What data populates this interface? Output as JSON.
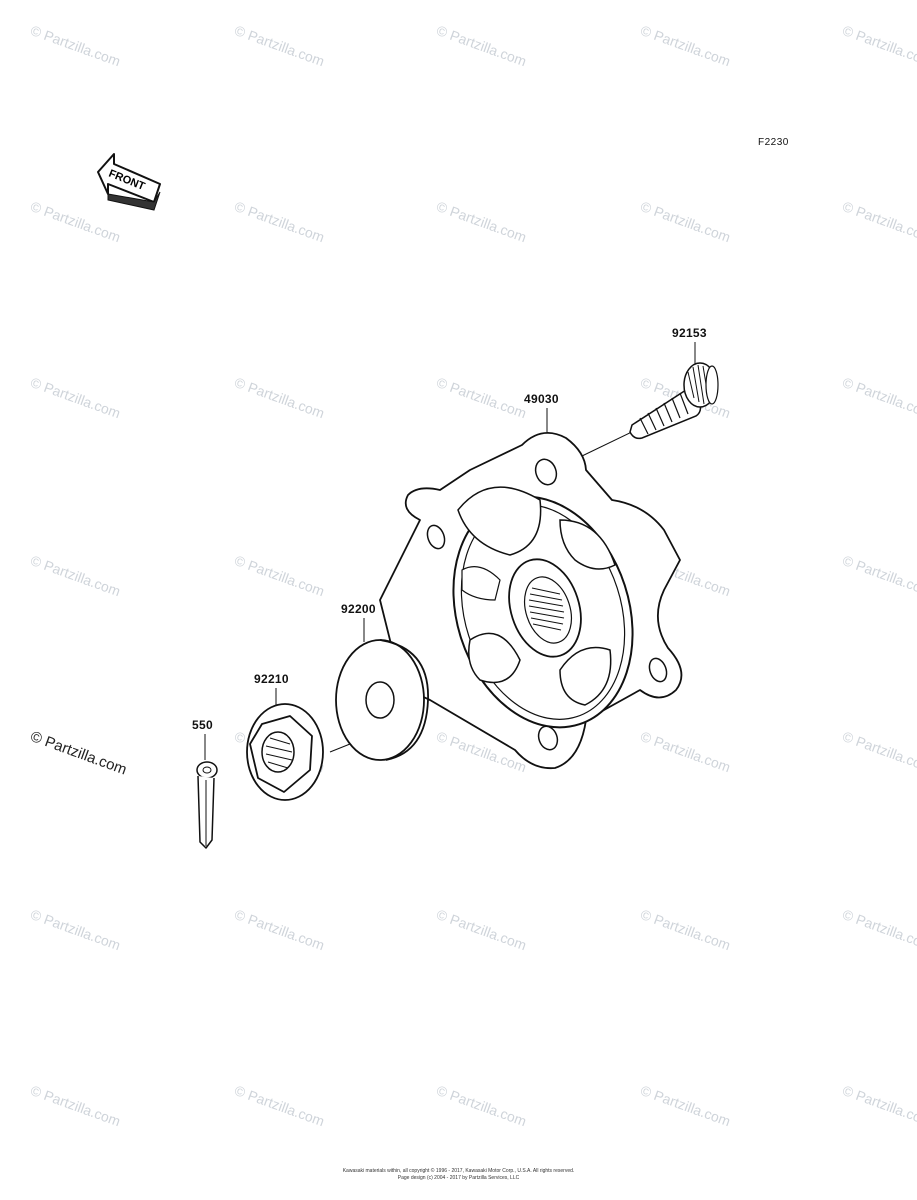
{
  "diagram": {
    "code": "F2230",
    "front_label": "FRONT",
    "parts": [
      {
        "id": "part-92153",
        "number": "92153",
        "name": "stud-bolt"
      },
      {
        "id": "part-49030",
        "number": "49030",
        "name": "hub"
      },
      {
        "id": "part-92200",
        "number": "92200",
        "name": "washer"
      },
      {
        "id": "part-92210",
        "number": "92210",
        "name": "nut"
      },
      {
        "id": "part-550",
        "number": "550",
        "name": "cotter-pin"
      }
    ]
  },
  "watermark": {
    "text": "© Partzilla.com"
  },
  "footer": {
    "line1": "Kawasaki materials within, all copyright © 1996 - 2017, Kawasaki Motor Corp., U.S.A. All rights reserved.",
    "line2": "Page design (c) 2004 - 2017 by Partzilla Services, LLC"
  }
}
